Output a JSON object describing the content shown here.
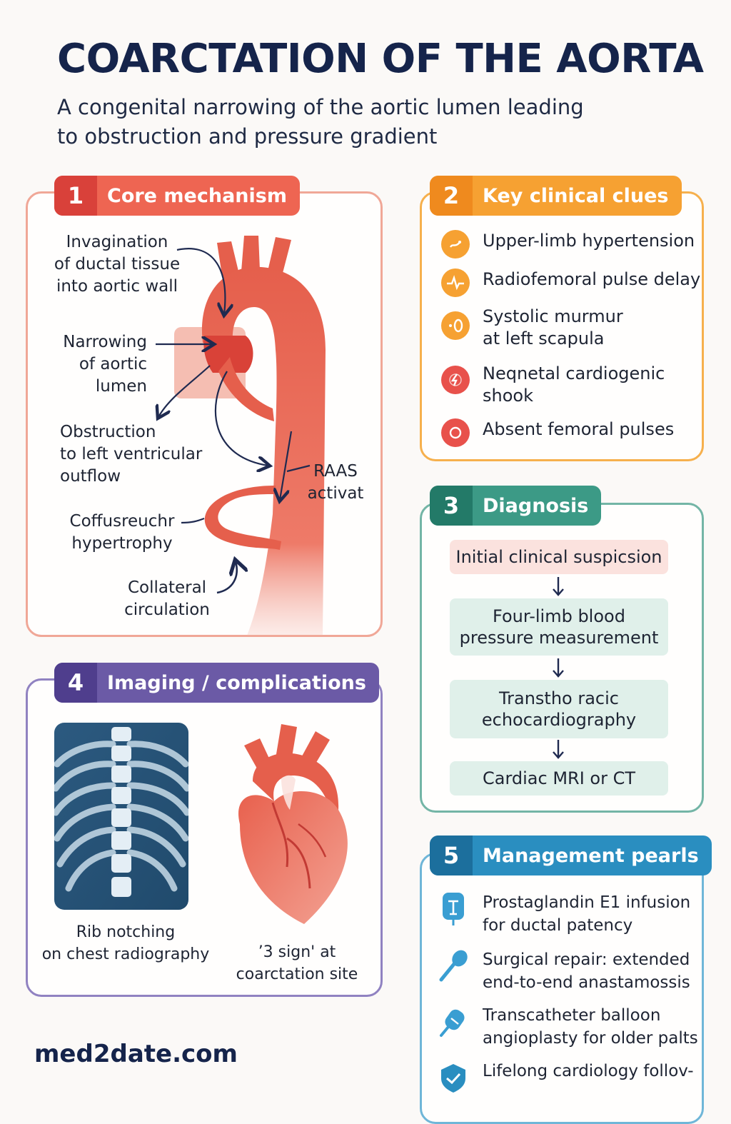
{
  "header": {
    "title": "COARCTATION OF THE AORTA",
    "subtitle_line1": "A congenital narrowing of the aortic lumen leading",
    "subtitle_line2": "to obstruction and pressure gradient"
  },
  "colors": {
    "core": "#ee6552",
    "clues": "#f6a132",
    "diagnosis": "#3c9a86",
    "imaging": "#6b5aa6",
    "management": "#2a8ec0",
    "aorta": "#e55f4c",
    "title": "#15244b"
  },
  "panel1": {
    "number": "1",
    "heading": "Core mechanism",
    "labels": {
      "invag_1": "Invagination",
      "invag_2": "of ductal tissue",
      "invag_3": "into aortic wall",
      "narrow_1": "Narrowing",
      "narrow_2": "of aortic",
      "narrow_3": "lumen",
      "obst_1": "Obstruction",
      "obst_2": "to left ventricular",
      "obst_3": "outflow",
      "hyper_1": "Coffusreuchr",
      "hyper_2": "hypertrophy",
      "raas_1": "RAAS",
      "raas_2": "activat",
      "coll_1": "Collateral",
      "coll_2": "circulation"
    }
  },
  "panel2": {
    "number": "2",
    "heading": "Key clinical clues",
    "items": [
      {
        "line1": "Upper-limb hypertension",
        "line2": "",
        "icon": "pressure-icon"
      },
      {
        "line1": "Radiofemoral pulse delay",
        "line2": "",
        "icon": "pulse-icon"
      },
      {
        "line1": "Systolic murmur",
        "line2": "at left scapula",
        "icon": "murmur-icon"
      },
      {
        "line1": "Neqnetal cardiogenic",
        "line2": "shook",
        "icon": "shock-icon"
      },
      {
        "line1": "Absent femoral pulses",
        "line2": "",
        "icon": "circle-icon"
      }
    ]
  },
  "panel3": {
    "number": "3",
    "heading": "Diagnosis",
    "steps": [
      {
        "line1": "Initial clinical suspicsion",
        "line2": ""
      },
      {
        "line1": "Four-limb blood",
        "line2": "pressure measurement"
      },
      {
        "line1": "Transtho racic",
        "line2": "echocardiography"
      },
      {
        "line1": "Cardiac MRI or CT",
        "line2": ""
      }
    ]
  },
  "panel4": {
    "number": "4",
    "heading": "Imaging / complications",
    "xray_caption_1": "Rib notching",
    "xray_caption_2": "on chest radiography",
    "heart_caption_1": "’3 sign' at",
    "heart_caption_2": "coarctation site"
  },
  "panel5": {
    "number": "5",
    "heading": "Management pearls",
    "items": [
      {
        "line1": "Prostaglandin E1 infusion",
        "line2": "for ductal patency",
        "icon": "iv-drip-icon"
      },
      {
        "line1": "Surgical repair: extended",
        "line2": "end-to-end anastamossis",
        "icon": "scalpel-icon"
      },
      {
        "line1": "Transcatheter balloon",
        "line2": "angioplasty for older palts",
        "icon": "balloon-catheter-icon"
      },
      {
        "line1": "Lifelong cardiology follov-",
        "line2": "",
        "icon": "shield-check-icon"
      }
    ]
  },
  "footer": {
    "site": "med2date.com"
  }
}
